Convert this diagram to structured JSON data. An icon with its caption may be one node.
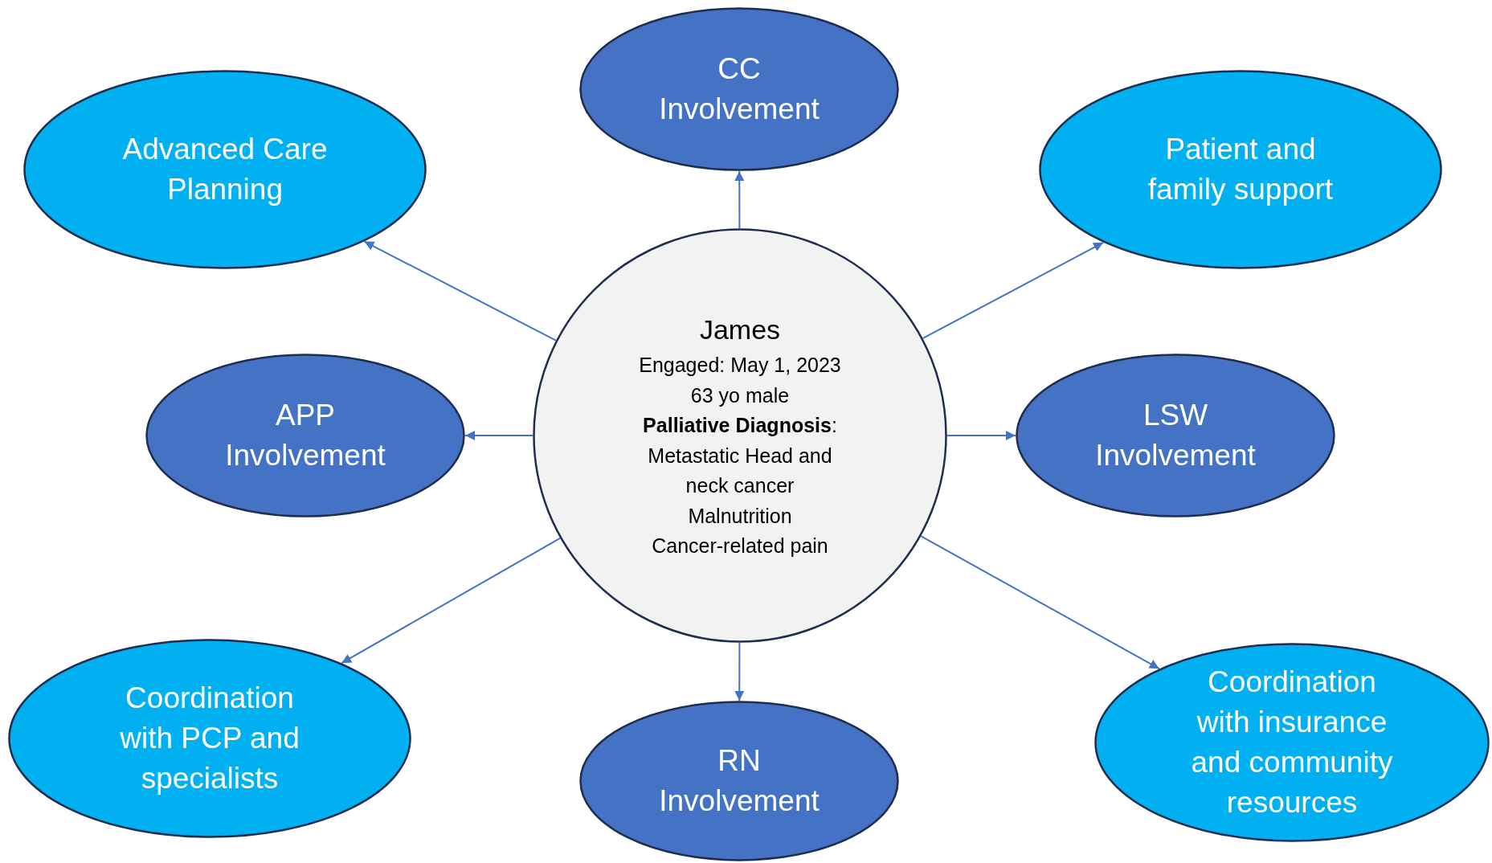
{
  "diagram": {
    "nodes": [
      {
        "text": [
          "CC Involvement"
        ]
      },
      {
        "text": [
          "Advanced Care Planning"
        ]
      },
      {
        "text": [
          "Patient and family support"
        ]
      },
      {
        "text": [
          "James",
          "Engaged: May 1, 2023",
          "63 yo male",
          "**Palliative Diagnosis**:",
          "Metastatic Head and neck cancer",
          "Malnutrition",
          "Cancer-related pain"
        ]
      },
      {
        "text": [
          "APP Involvement"
        ]
      },
      {
        "text": [
          "LSW Involvement"
        ]
      },
      {
        "text": [
          "Coordination with PCP and specialists"
        ]
      },
      {
        "text": [
          "RN Involvement"
        ]
      },
      {
        "text": [
          "Coordination with insurance and community resources"
        ]
      }
    ],
    "edges": [
      {
        "from": 3,
        "to": 0,
        "arrow": "to"
      },
      {
        "from": 3,
        "to": 1,
        "arrow": "to"
      },
      {
        "from": 3,
        "to": 2,
        "arrow": "to"
      },
      {
        "from": 3,
        "to": 4,
        "arrow": "to"
      },
      {
        "from": 3,
        "to": 5,
        "arrow": "to"
      },
      {
        "from": 3,
        "to": 6,
        "arrow": "to"
      },
      {
        "from": 3,
        "to": 7,
        "arrow": "to"
      },
      {
        "from": 3,
        "to": 8,
        "arrow": "to"
      }
    ]
  }
}
